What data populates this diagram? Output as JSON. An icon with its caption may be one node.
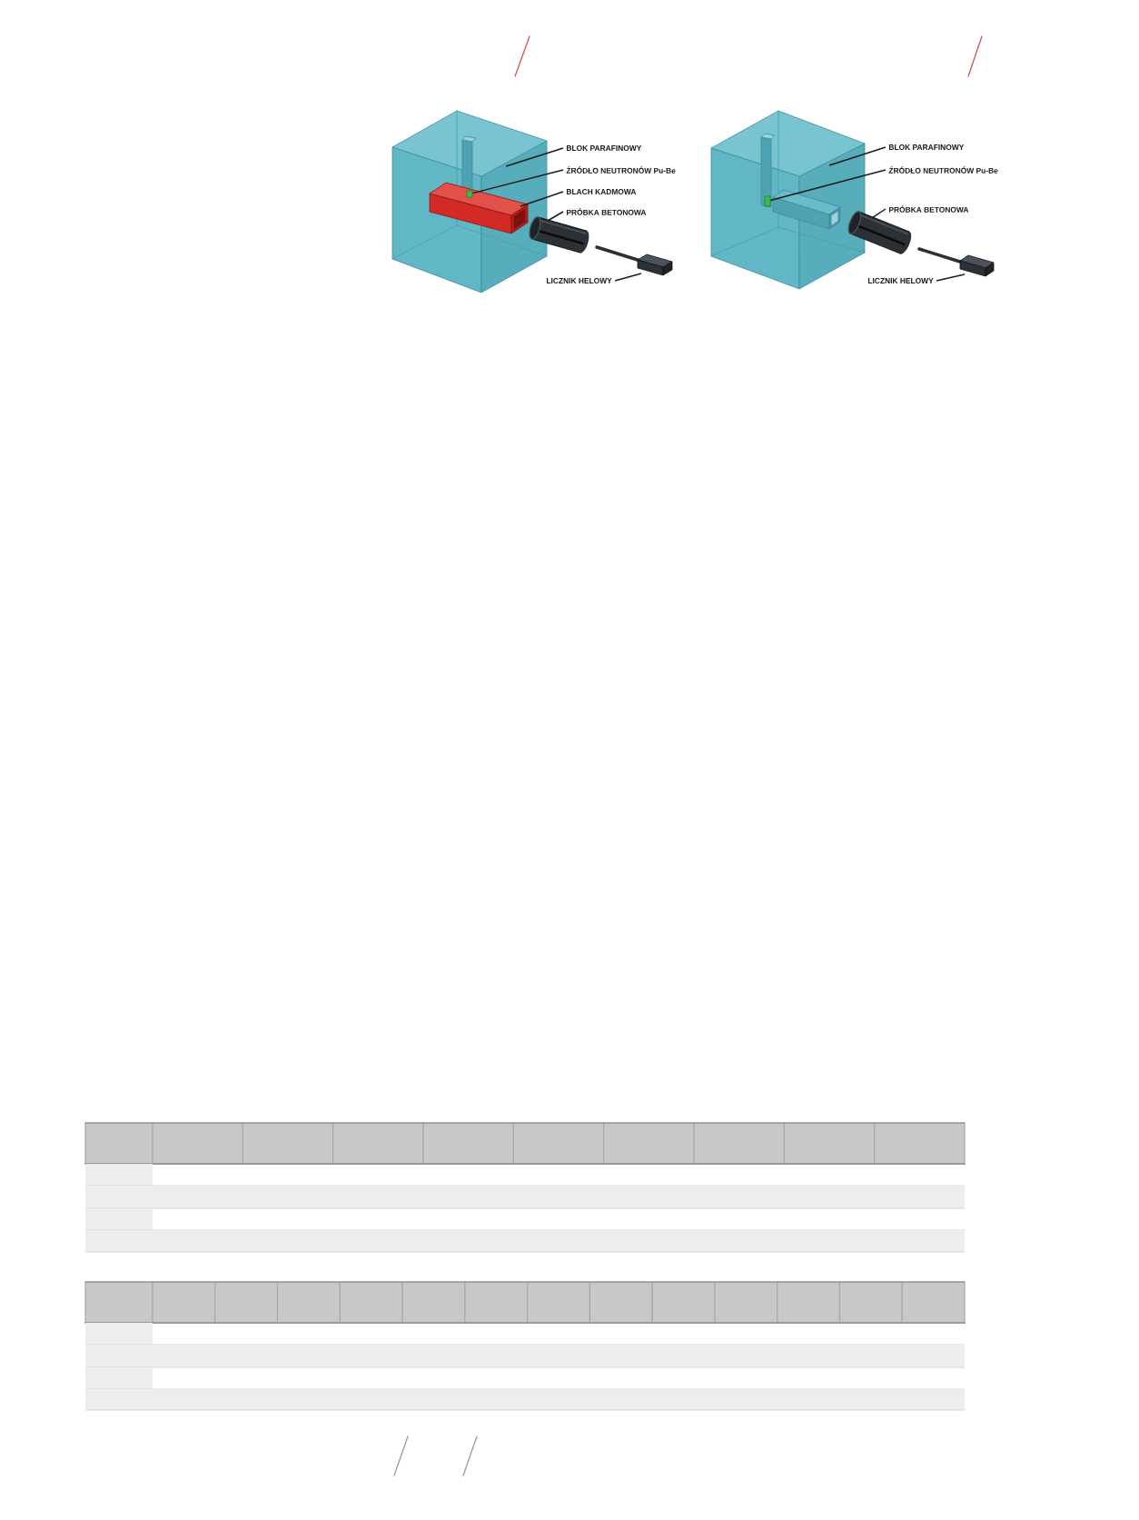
{
  "diagram": {
    "nodes": [
      {
        "text": [
          "BLOK PARAFINOWY"
        ]
      },
      {
        "text": [
          "ŹRÓDŁO NEUTRONÓW Pu-Be"
        ]
      },
      {
        "text": [
          "BLACH KADMOWA"
        ]
      },
      {
        "text": [
          "PRÓBKA BETONOWA"
        ]
      },
      {
        "text": [
          "LICZNIK HELOWY"
        ]
      },
      {
        "text": [],
        "shape": "box"
      },
      {
        "text": [],
        "shape": "box",
        "in": 5
      },
      {
        "text": [],
        "shape": "box",
        "in": 5
      },
      {
        "text": [],
        "shape": "cylinder"
      },
      {
        "text": [],
        "shape": "box"
      },
      {
        "text": [
          "BLOK PARAFINOWY"
        ]
      },
      {
        "text": [
          "ŹRÓDŁO NEUTRONÓW Pu-Be"
        ]
      },
      {
        "text": [
          "PRÓBKA BETONOWA"
        ]
      },
      {
        "text": [
          "LICZNIK HELOWY"
        ]
      },
      {
        "text": [],
        "shape": "box"
      },
      {
        "text": [],
        "shape": "box",
        "in": 14
      },
      {
        "text": [],
        "shape": "cylinder"
      },
      {
        "text": [],
        "shape": "box"
      }
    ],
    "edges": [
      {
        "from": 0,
        "to": 5,
        "arrow": "none"
      },
      {
        "from": 1,
        "to": 6,
        "arrow": "none"
      },
      {
        "from": 2,
        "to": 7,
        "arrow": "none"
      },
      {
        "from": 3,
        "to": 8,
        "arrow": "none"
      },
      {
        "from": 4,
        "to": 9,
        "arrow": "none"
      },
      {
        "from": 10,
        "to": 14,
        "arrow": "none"
      },
      {
        "from": 11,
        "to": 15,
        "arrow": "none"
      },
      {
        "from": 12,
        "to": 16,
        "arrow": "none"
      },
      {
        "from": 13,
        "to": 17,
        "arrow": "none"
      }
    ]
  }
}
